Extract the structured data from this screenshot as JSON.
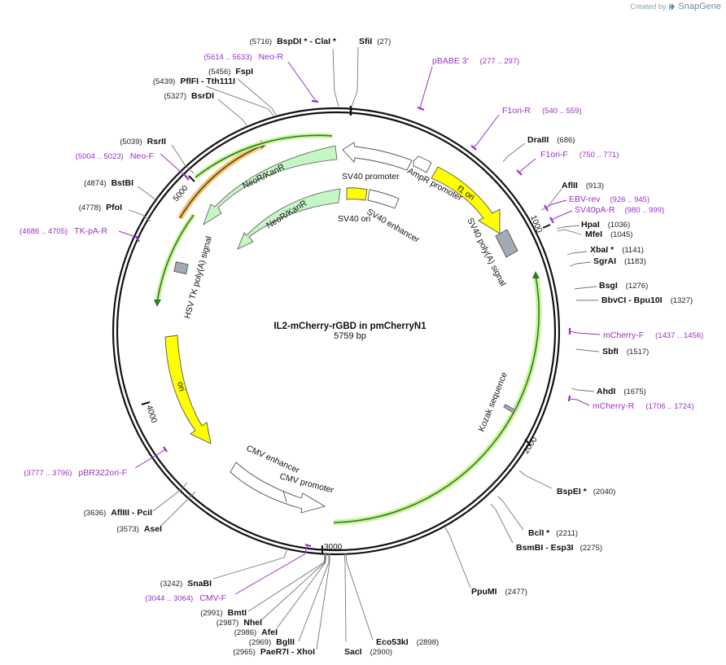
{
  "brand": {
    "prefix": "Created by",
    "name": "SnapGene"
  },
  "plasmid": {
    "name": "IL2-mCherry-rGBD in pmCherryN1",
    "length_label": "5759 bp"
  },
  "ticks": [
    "1000",
    "2000",
    "3000",
    "4000",
    "5000"
  ],
  "enzymes": [
    {
      "id": "sfii",
      "name": "SfiI",
      "pos": "(27)"
    },
    {
      "id": "bspdi-clai",
      "name": "BspDI * - ClaI *",
      "pos": "(5716)"
    },
    {
      "id": "fspi",
      "name": "FspI",
      "pos": "(5456)"
    },
    {
      "id": "pflfi-tth111i",
      "name": "PflFI - Tth111I",
      "pos": "(5439)"
    },
    {
      "id": "bsrdi",
      "name": "BsrDI",
      "pos": "(5327)"
    },
    {
      "id": "rsrii",
      "name": "RsrII",
      "pos": "(5039)"
    },
    {
      "id": "bstbi",
      "name": "BstBI",
      "pos": "(4874)"
    },
    {
      "id": "pfoi",
      "name": "PfoI",
      "pos": "(4778)"
    },
    {
      "id": "draiii",
      "name": "DraIII",
      "pos": "(686)"
    },
    {
      "id": "aflii",
      "name": "AflII",
      "pos": "(913)"
    },
    {
      "id": "hpai",
      "name": "HpaI",
      "pos": "(1036)"
    },
    {
      "id": "mfei",
      "name": "MfeI",
      "pos": "(1045)"
    },
    {
      "id": "xbai",
      "name": "XbaI *",
      "pos": "(1141)"
    },
    {
      "id": "sgrai",
      "name": "SgrAI",
      "pos": "(1183)"
    },
    {
      "id": "bsgi",
      "name": "BsgI",
      "pos": "(1276)"
    },
    {
      "id": "bbvci-bpu10i",
      "name": "BbvCI - Bpu10I",
      "pos": "(1327)"
    },
    {
      "id": "sbfi",
      "name": "SbfI",
      "pos": "(1517)"
    },
    {
      "id": "ahdi",
      "name": "AhdI",
      "pos": "(1675)"
    },
    {
      "id": "bspei",
      "name": "BspEI *",
      "pos": "(2040)"
    },
    {
      "id": "bcli",
      "name": "BclI *",
      "pos": "(2211)"
    },
    {
      "id": "bsmbi-esp3i",
      "name": "BsmBI - Esp3I",
      "pos": "(2275)"
    },
    {
      "id": "ppumi",
      "name": "PpuMI",
      "pos": "(2477)"
    },
    {
      "id": "eco53ki",
      "name": "Eco53kI",
      "pos": "(2898)"
    },
    {
      "id": "saci",
      "name": "SacI",
      "pos": "(2900)"
    },
    {
      "id": "paer7i-xhoi",
      "name": "PaeR7I - XhoI",
      "pos": "(2965)"
    },
    {
      "id": "bglii",
      "name": "BglII",
      "pos": "(2969)"
    },
    {
      "id": "afei",
      "name": "AfeI",
      "pos": "(2986)"
    },
    {
      "id": "nhei",
      "name": "NheI",
      "pos": "(2987)"
    },
    {
      "id": "bmti",
      "name": "BmtI",
      "pos": "(2991)"
    },
    {
      "id": "snabi",
      "name": "SnaBI",
      "pos": "(3242)"
    },
    {
      "id": "asei",
      "name": "AseI",
      "pos": "(3573)"
    },
    {
      "id": "afliii-pcii",
      "name": "AflIII - PciI",
      "pos": "(3636)"
    }
  ],
  "primers": [
    {
      "id": "neo-r",
      "name": "Neo-R",
      "range": "(5614 .. 5633)"
    },
    {
      "id": "pbabe3",
      "name": "pBABE 3'",
      "range": "(277 .. 297)"
    },
    {
      "id": "f1ori-r",
      "name": "F1ori-R",
      "range": "(540 .. 559)"
    },
    {
      "id": "f1ori-f",
      "name": "F1ori-F",
      "range": "(750 .. 771)"
    },
    {
      "id": "ebv-rev",
      "name": "EBV-rev",
      "range": "(926 .. 945)"
    },
    {
      "id": "sv40pa-r",
      "name": "SV40pA-R",
      "range": "(980 .. 999)"
    },
    {
      "id": "neo-f",
      "name": "Neo-F",
      "range": "(5004 .. 5023)"
    },
    {
      "id": "tk-pa-r",
      "name": "TK-pA-R",
      "range": "(4686 .. 4705)"
    },
    {
      "id": "mcherry-f",
      "name": "mCherry-F",
      "range": "(1437 .. 1456)"
    },
    {
      "id": "mcherry-r",
      "name": "mCherry-R",
      "range": "(1706 .. 1724)"
    },
    {
      "id": "pbr322ori-f",
      "name": "pBR322ori-F",
      "range": "(3777 .. 3796)"
    },
    {
      "id": "cmv-f",
      "name": "CMV-F",
      "range": "(3044 .. 3064)"
    }
  ],
  "features": {
    "neokanr_outer": "NeoR/KanR",
    "neokanr_inner": "NeoR/KanR",
    "sv40_promoter": "SV40 promoter",
    "ampr_promoter": "AmpR promoter",
    "sv40_ori": "SV40 ori",
    "sv40_enhancer": "SV40 enhancer",
    "f1_ori": "f1 ori",
    "sv40_polya": "SV40 poly(A) signal",
    "hsv_tk_polya": "HSV TK poly(A) signal",
    "ori": "ori",
    "cmv_enhancer": "CMV enhancer",
    "cmv_promoter": "CMV promoter",
    "kozak": "Kozak sequence"
  },
  "colors": {
    "backbone": "#111111",
    "primer": "#9b30c9",
    "neokanr_fill": "#c6f5c6",
    "yellow_fill": "#ffff00",
    "mcherry_glow": "#b8f08a",
    "orange_glow": "#f5a623",
    "polya_fill": "#a3aab3"
  }
}
